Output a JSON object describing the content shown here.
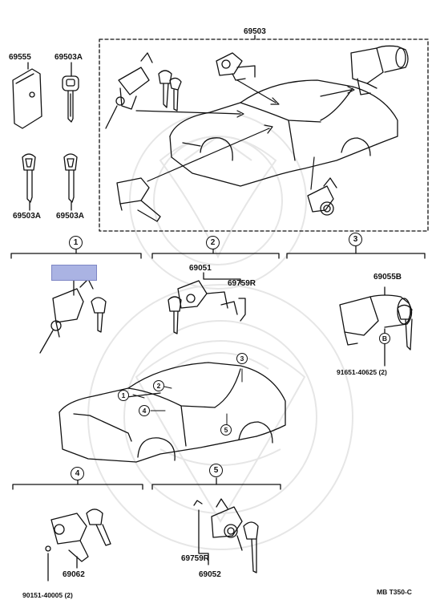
{
  "labels": {
    "assy_top": "69503",
    "lock_cover": "69555",
    "key_top": "69503A",
    "key_left_a": "69503A",
    "key_left_b": "69503A",
    "group_2_assy": "69051",
    "group_2_spring": "69759R",
    "group_3_assy": "69055B",
    "group_3_bolt_ref": "B",
    "group_3_bolt": "91651-40625 (2)",
    "group_4_assy": "69062",
    "group_4_screw": "90151-40005 (2)",
    "group_5_spring": "69759R",
    "group_5_assy": "69052",
    "diagram_code": "MB T350-C"
  },
  "callouts": {
    "one": "1",
    "two": "2",
    "three": "3",
    "four": "4",
    "five": "5"
  },
  "colors": {
    "ink": "#111111",
    "highlight": "#aab3e3",
    "watermark": "#e6e6e6"
  }
}
